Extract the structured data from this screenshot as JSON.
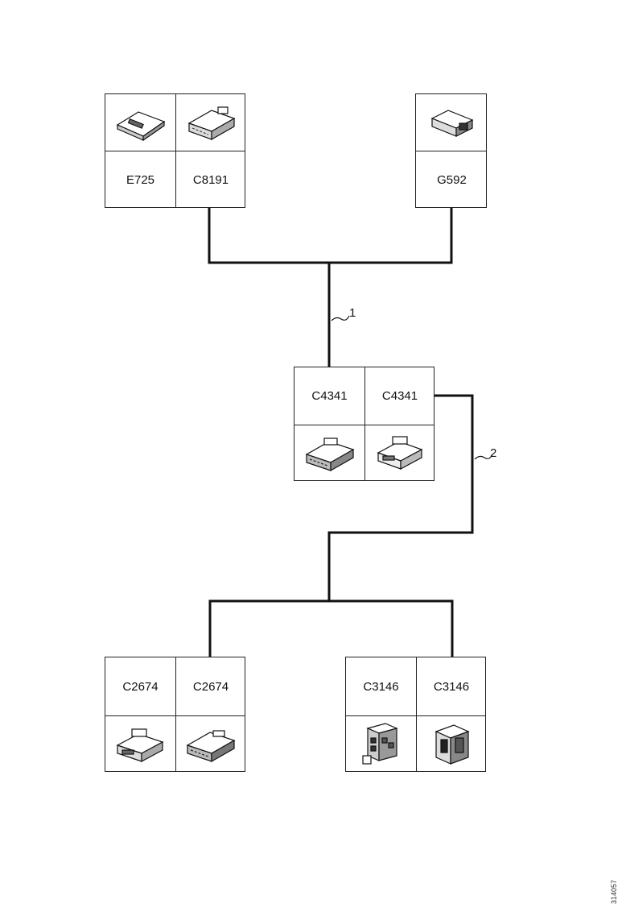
{
  "groups": {
    "top_left": {
      "labels": [
        "E725",
        "C8191"
      ],
      "icons": [
        "ecu-module-icon",
        "connector-icon"
      ]
    },
    "top_right": {
      "labels": [
        "G592"
      ],
      "icons": [
        "sensor-block-icon"
      ]
    },
    "middle": {
      "labels": [
        "C4341",
        "C4341"
      ],
      "icons": [
        "connector-icon",
        "connector-icon"
      ]
    },
    "bottom_left": {
      "labels": [
        "C2674",
        "C2674"
      ],
      "icons": [
        "connector-icon",
        "connector-icon"
      ]
    },
    "bottom_right": {
      "labels": [
        "C3146",
        "C3146"
      ],
      "icons": [
        "connector-icon",
        "connector-icon"
      ]
    }
  },
  "wires": {
    "w1": "1",
    "w2": "2"
  },
  "reference": "314057"
}
